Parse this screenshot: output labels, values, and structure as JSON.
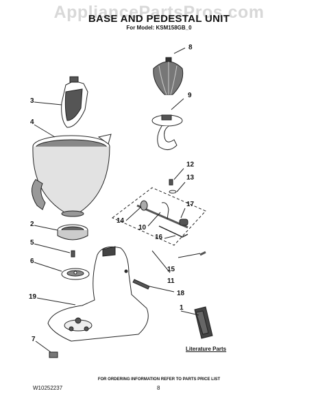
{
  "watermark": "AppliancePartsPros.com",
  "title": "BASE AND PEDESTAL UNIT",
  "model_line": "For Model: KSM158GB_0",
  "callouts": [
    "8",
    "3",
    "9",
    "4",
    "12",
    "13",
    "17",
    "14",
    "10",
    "16",
    "2",
    "5",
    "6",
    "15",
    "11",
    "18",
    "19",
    "1",
    "7"
  ],
  "literature_label": "Literature Parts",
  "footer_note": "FOR ORDERING INFORMATION REFER TO PARTS PRICE LIST",
  "doc_number": "W10252237",
  "page_number": "8"
}
